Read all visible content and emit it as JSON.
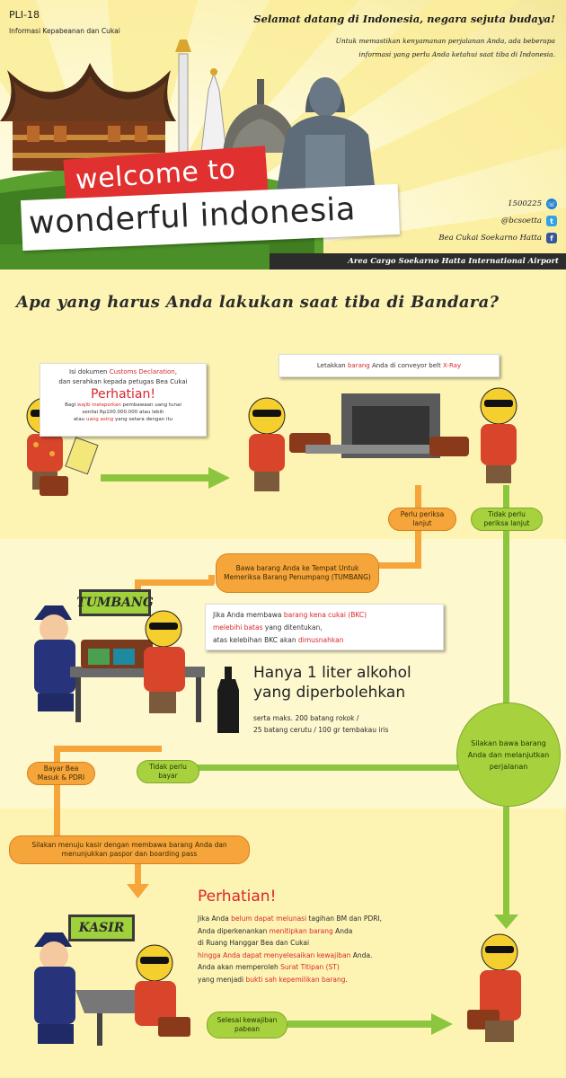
{
  "header": {
    "code": "PLI-18",
    "subcode": "Informasi Kepabeanan dan Cukai",
    "welcome_title": "Selamat datang di Indonesia, negara sejuta budaya!",
    "welcome_body": "Untuk memastikan kenyamanan perjalanan Anda, ada beberapa informasi yang perlu Anda ketahui saat tiba di Indonesia.",
    "welcome_to": "welcome to",
    "wonderful_indonesia": "wonderful indonesia",
    "contacts": {
      "phone": "1500225",
      "twitter": "@bcsoetta",
      "facebook": "Bea Cukai Soekarno Hatta"
    },
    "airport": "Area Cargo Soekarno Hatta International Airport"
  },
  "main": {
    "title": "Apa yang harus Anda lakukan saat tiba di Bandara?",
    "step1": {
      "line1_a": "Isi dokumen ",
      "line1_b": "Customs Declaration",
      "line1_c": ",",
      "line2": "dan serahkan kepada petugas Bea Cukai",
      "warning": "Perhatian!",
      "note1_a": "Bagi ",
      "note1_b": "wajib melaporkan",
      "note1_c": " pembawaan uang tunai",
      "note2": "senilai Rp100.000.000 atau lebih",
      "note3_a": "atau ",
      "note3_b": "uang asing",
      "note3_c": " yang setara dengan itu"
    },
    "step2": {
      "text_a": "Letakkan ",
      "text_b": "barang",
      "text_c": " Anda di conveyor belt ",
      "text_d": "X-Ray"
    },
    "pill_periksa": "Perlu periksa lanjut",
    "pill_tidak_periksa": "Tidak perlu periksa lanjut",
    "pill_tumbang": "Bawa barang Anda ke Tempat Untuk Memeriksa Barang Penumpang (TUMBANG)",
    "sign_tumbang": "TUMBANG",
    "bkc": {
      "l1_a": "Jika Anda membawa ",
      "l1_b": "barang kena cukai (BKC)",
      "l2_a": "melebihi batas",
      "l2_b": " yang ditentukan,",
      "l3_a": "atas kelebihan BKC akan ",
      "l3_b": "dimusnahkan"
    },
    "alcohol_1": "Hanya 1 liter alkohol",
    "alcohol_2": "yang diperbolehkan",
    "alcohol_sub1": "serta maks. 200 batang rokok /",
    "alcohol_sub2": "25 batang cerutu / 100 gr tembakau iris",
    "circle_lanjut": "Silakan bawa barang Anda dan melanjutkan perjalanan",
    "pill_bayar": "Bayar Bea Masuk & PDRI",
    "pill_tidak_bayar": "Tidak perlu bayar",
    "pill_kasir": "Silakan menuju kasir dengan membawa barang Anda dan menunjukkan paspor dan boarding pass",
    "sign_kasir": "KASIR",
    "warning2": "Perhatian!",
    "w2": {
      "l1_a": "Jika Anda ",
      "l1_b": "belum dapat melunasi",
      "l1_c": " tagihan BM dan PDRI,",
      "l2_a": "Anda diperkenankan ",
      "l2_b": "menitipkan barang",
      "l2_c": " Anda",
      "l3": "di Ruang Hanggar Bea dan Cukai",
      "l4_a": "hingga Anda dapat menyelesaikan kewajiban",
      "l4_b": " Anda.",
      "l5_a": "Anda akan memperoleh ",
      "l5_b": "Surat Titipan (ST)",
      "l6_a": "yang menjadi ",
      "l6_b": "bukti sah kepemilikan barang",
      "l6_c": "."
    },
    "pill_selesai": "Selesai kewajiban pabean"
  },
  "colors": {
    "accent_red": "#d9272c",
    "flow_orange": "#f6a53b",
    "flow_green": "#a7d23e",
    "background": "#fdf6c4"
  }
}
